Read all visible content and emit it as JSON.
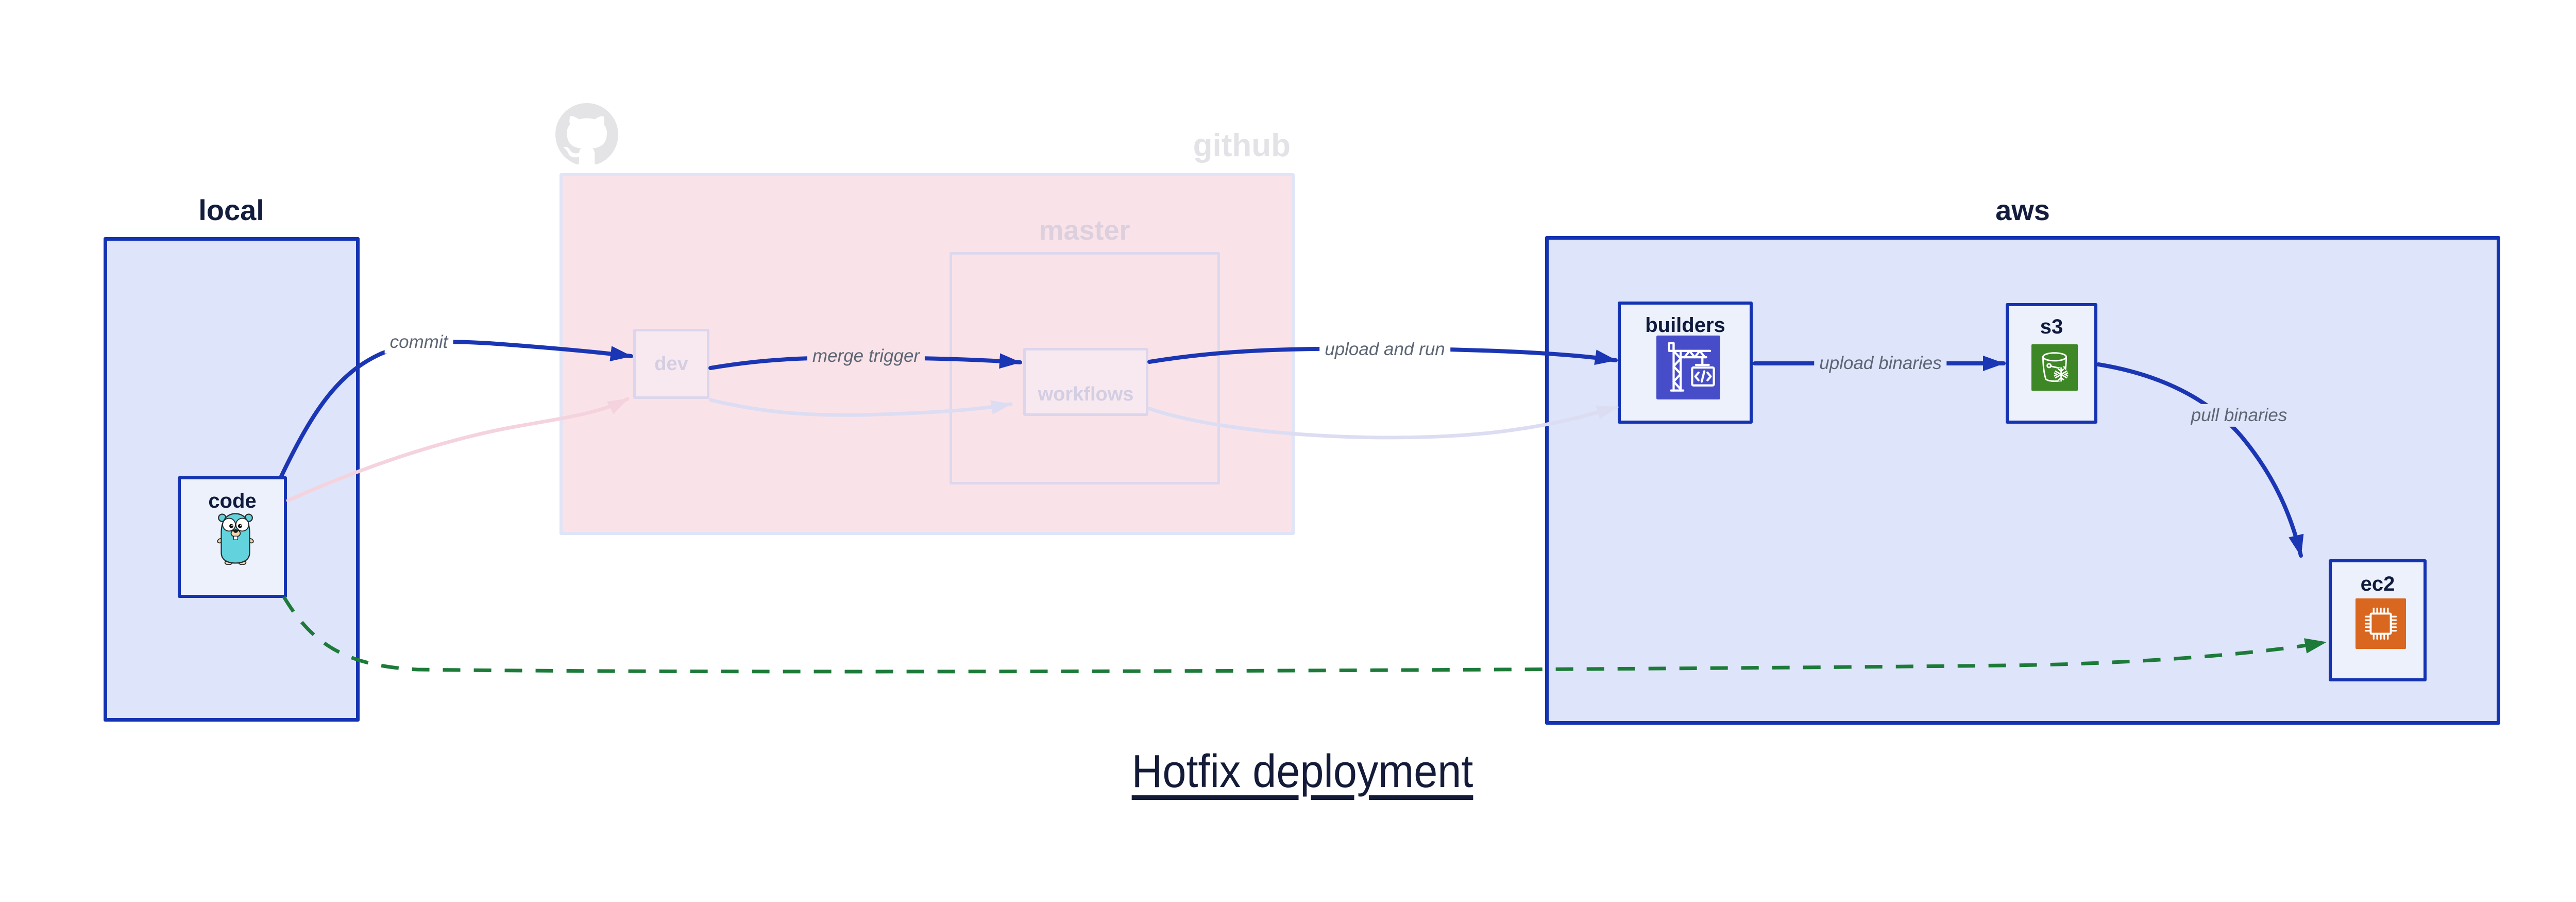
{
  "diagram": {
    "title": "Hotfix deployment"
  },
  "clusters": {
    "local": {
      "label": "local"
    },
    "github": {
      "label": "github"
    },
    "master": {
      "label": "master"
    },
    "aws": {
      "label": "aws"
    }
  },
  "nodes": {
    "code": {
      "label": "code",
      "icon": "go-gopher-icon"
    },
    "dev": {
      "label": "dev"
    },
    "workflows": {
      "label": "workflows"
    },
    "builders": {
      "label": "builders",
      "icon": "codebuild-crane-icon"
    },
    "s3": {
      "label": "s3",
      "icon": "s3-bucket-snowflake-icon"
    },
    "ec2": {
      "label": "ec2",
      "icon": "ec2-chip-icon"
    }
  },
  "edges": {
    "commit": {
      "label": "commit",
      "from": "code",
      "to": "dev",
      "style": "solid-blue"
    },
    "merge_trigger": {
      "label": "merge trigger",
      "from": "dev",
      "to": "workflows",
      "style": "solid-blue"
    },
    "upload_and_run": {
      "label": "upload and run",
      "from": "workflows",
      "to": "builders",
      "style": "solid-blue"
    },
    "upload_binaries": {
      "label": "upload binaries",
      "from": "builders",
      "to": "s3",
      "style": "solid-blue"
    },
    "pull_binaries": {
      "label": "pull binaries",
      "from": "s3",
      "to": "ec2",
      "style": "solid-blue"
    },
    "hotfix_shortcut": {
      "label": "",
      "from": "code",
      "to": "ec2",
      "style": "dashed-green"
    },
    "faded_commit": {
      "label": "",
      "from": "code",
      "to": "dev",
      "style": "faded-pink"
    },
    "faded_merge": {
      "label": "",
      "from": "dev",
      "to": "workflows",
      "style": "faded-lavender"
    },
    "faded_upload_run": {
      "label": "",
      "from": "workflows",
      "to": "builders",
      "style": "faded-lavender"
    }
  },
  "colors": {
    "edge_blue": "#1b36b4",
    "cluster_border_blue": "#1433b2",
    "cluster_fill_periwinkle": "#dee4f9",
    "node_fill": "#edf1fc",
    "github_fill_pink": "#f9e3e9",
    "hotfix_green": "#1d7b39",
    "faded_pink_edge": "#f5d3de",
    "faded_lavender_edge": "#dcddf2",
    "codebuild_indigo": "#474dc9",
    "s3_green": "#3e8727",
    "ec2_orange": "#d9671f",
    "gopher_teal": "#62d2dc",
    "title_navy": "#131b38"
  }
}
